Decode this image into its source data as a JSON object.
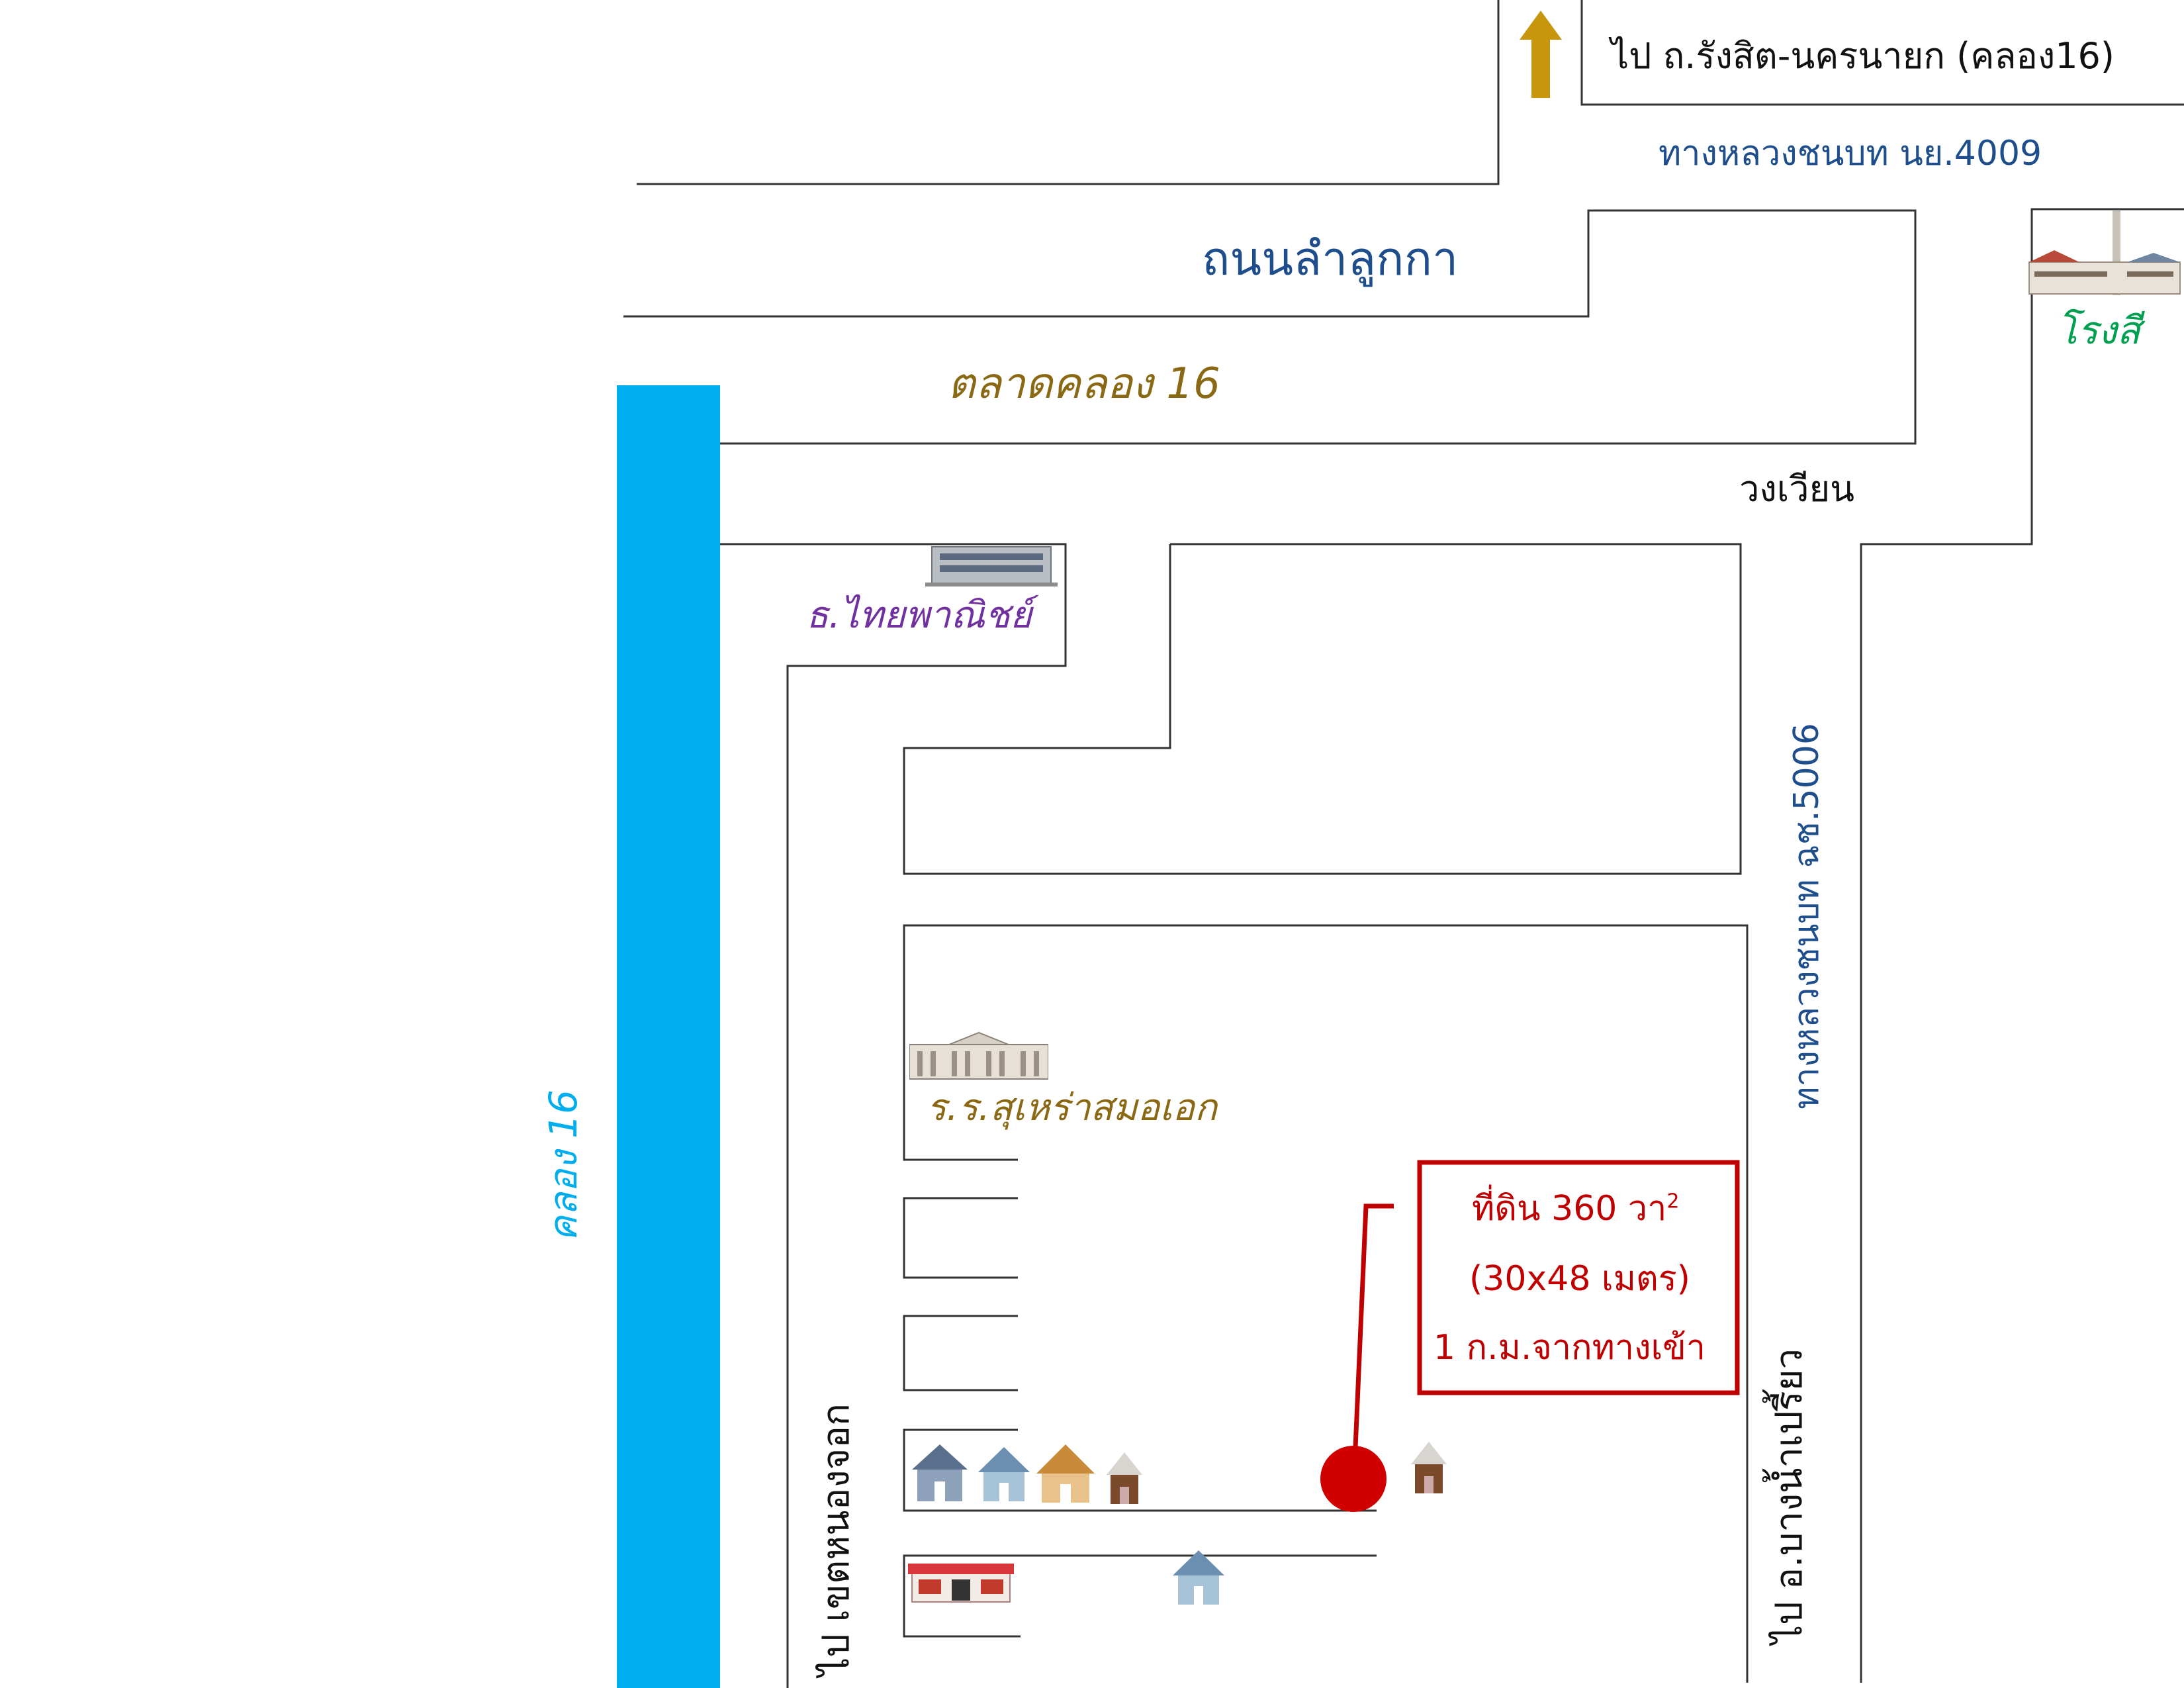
{
  "labels": {
    "to_rangsit": "ไป ถ.รังสิต-นครนายก (คลอง16)",
    "rural_nyk4009": "ทางหลวงชนบท นย.4009",
    "lam_luk_ka_road": "ถนนลำลูกกา",
    "paint_factory": "โรงสี",
    "khlong16_market": "ตลาดคลอง 16",
    "roundabout": "วงเวียน",
    "scb_bank": "ธ.ไทยพาณิชย์",
    "rural_cs5006": "ทางหลวงชนบท ฉช.5006",
    "canal_khlong16": "คลอง 16",
    "school": "ร.ร.สุเหร่าสมอเอก",
    "land_line1": "ที่ดิน 360 วา",
    "land_unit_sup": "2",
    "land_line2": "(30x48 เมตร)",
    "land_line3": "1 ก.ม.จากทางเข้า",
    "to_nong_chok": "ไป เขตหนองจอก",
    "to_bang_nam_priao": "ไป อ.บางน้ำเปรี้ยว"
  },
  "colors": {
    "canal": "#00AEEF",
    "arrow": "#C8960C",
    "road_label_blue": "#1F4E8C",
    "market_gold": "#8B6914",
    "bank_purple": "#7030A0",
    "factory_green": "#00A050",
    "school_gold": "#8B6914",
    "land_red": "#C00000",
    "pin_red": "#D00000"
  },
  "icons": [
    "up-arrow-icon",
    "factory-icon",
    "bank-building-icon",
    "school-building-icon",
    "house-icon",
    "shop-icon",
    "location-pin-icon"
  ]
}
